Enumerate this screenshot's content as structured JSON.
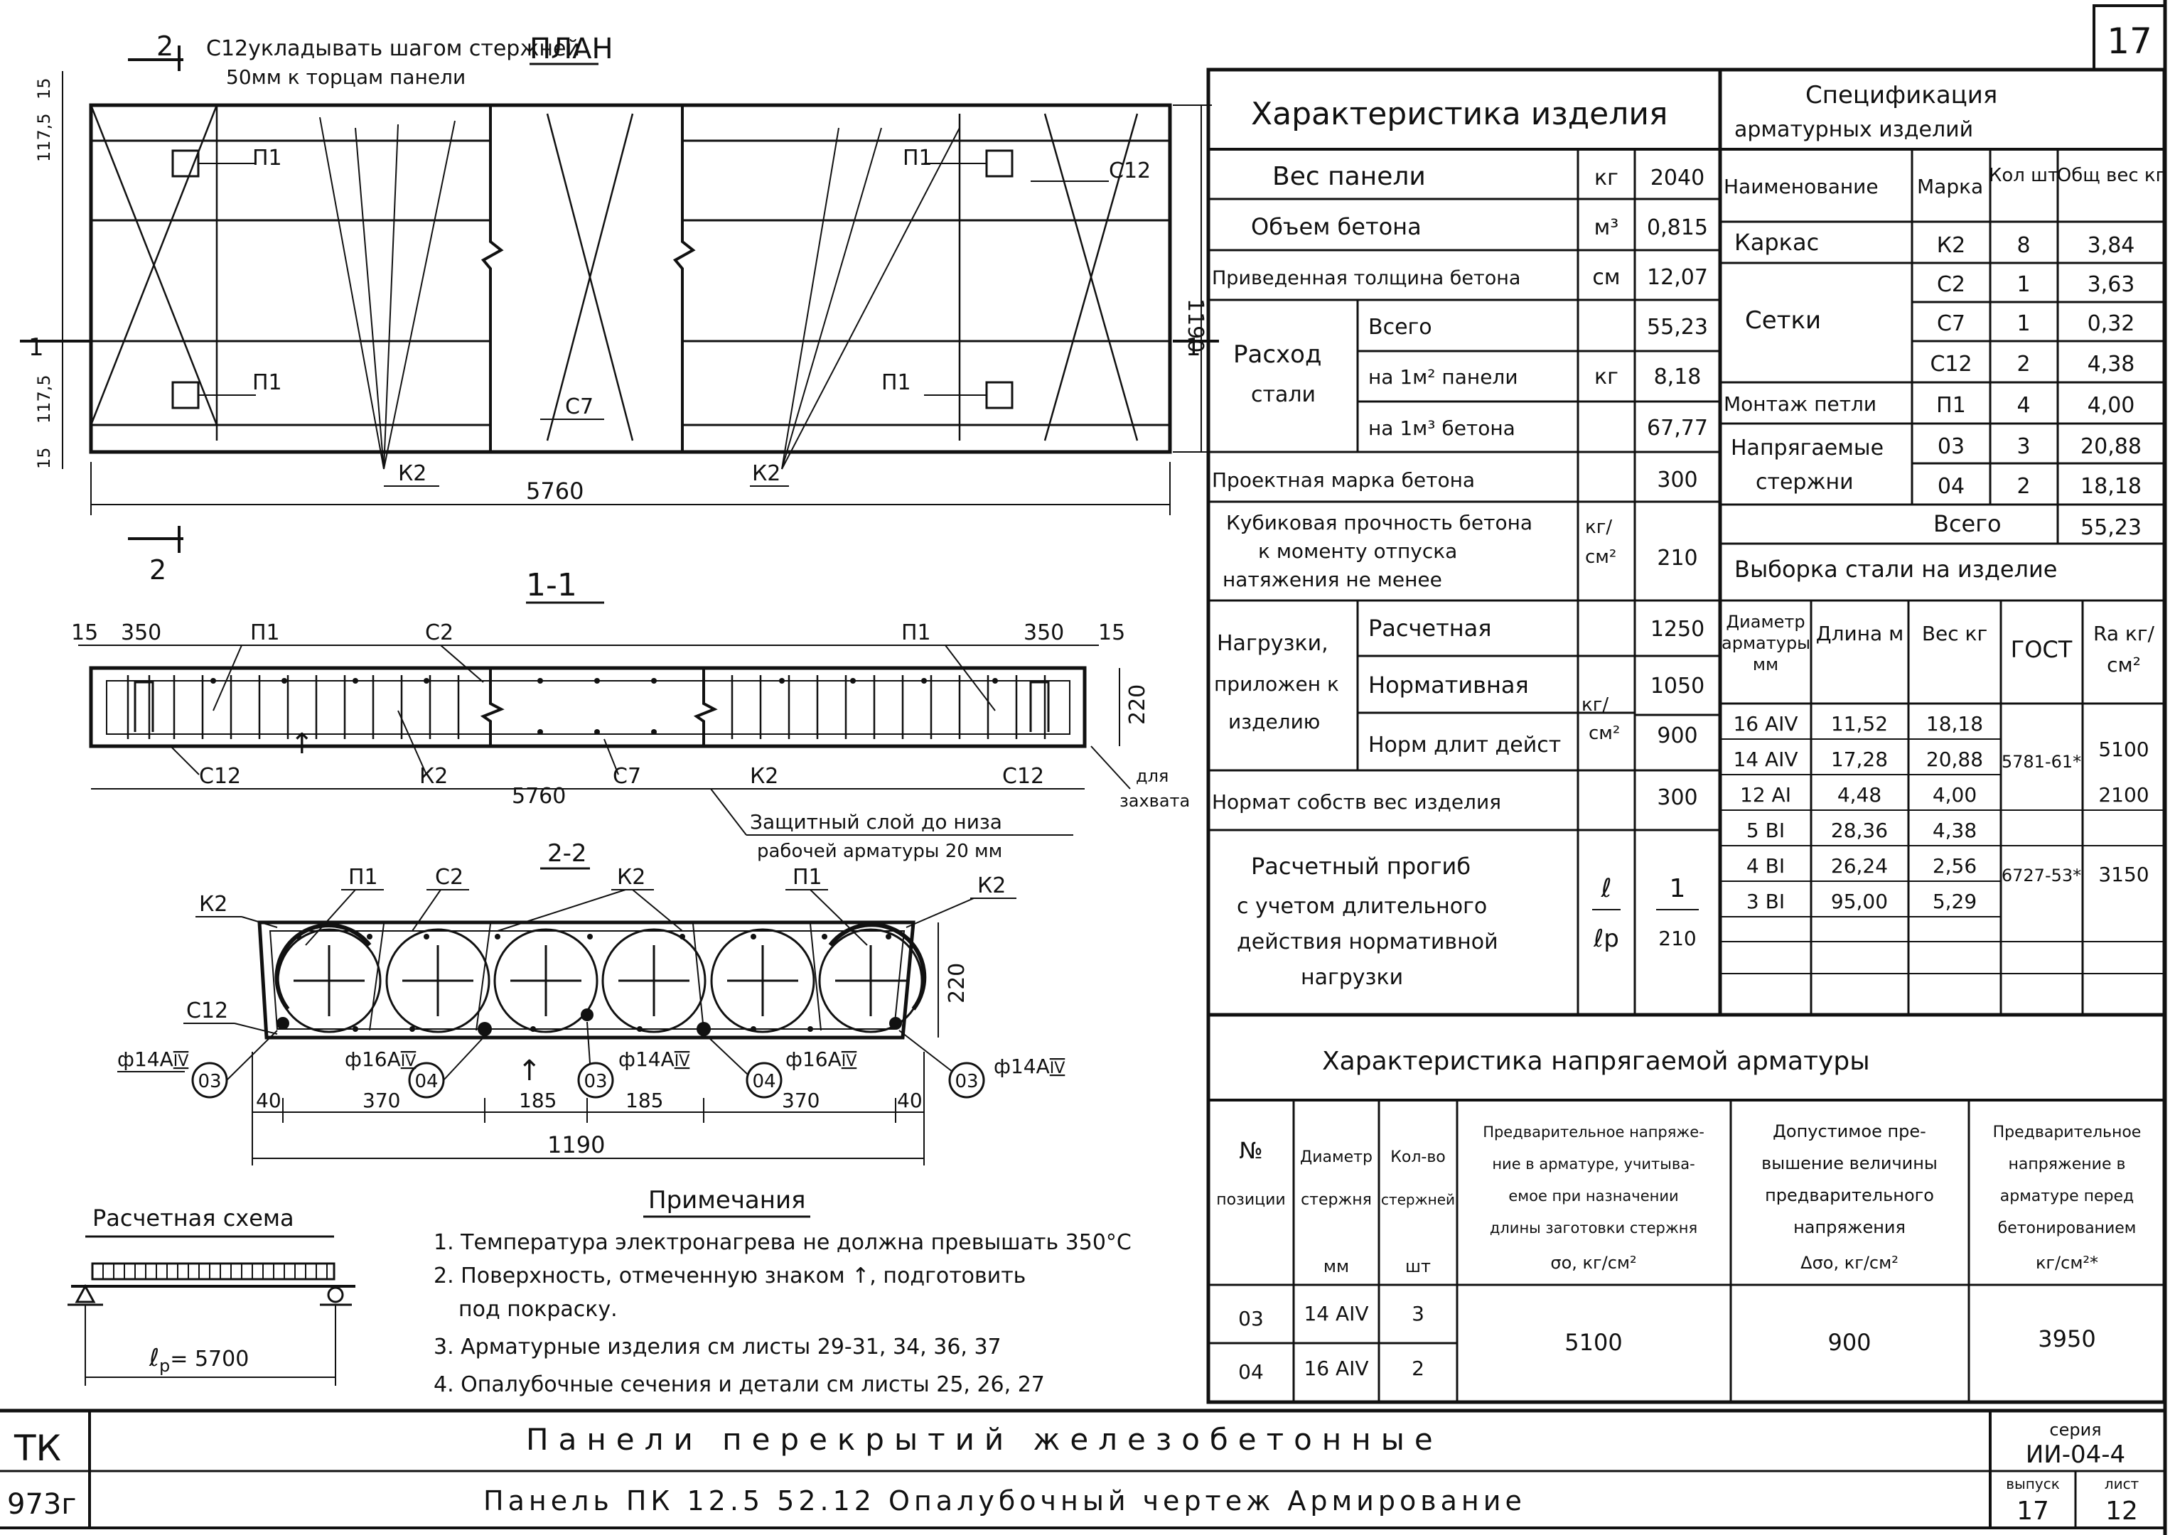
{
  "sheet_number": "17",
  "plan": {
    "title": "ПЛАН",
    "note_line1": "С12укладывать шагом стержней",
    "note_line2": "50мм к торцам панели",
    "section_mark": "2",
    "section_mark_1": "1",
    "dim_length": "5760",
    "dim_width": "1190",
    "dim_15a": "15",
    "dim_1175a": "117,5",
    "dim_1175b": "117,5",
    "dim_15b": "15",
    "label_p1": "П1",
    "label_c12": "С12",
    "label_c7": "С7",
    "label_k2": "К2"
  },
  "section11": {
    "title": "1-1",
    "d15": "15",
    "d350": "350",
    "p1": "П1",
    "c2": "С2",
    "d220": "220",
    "c12": "С12",
    "k2": "К2",
    "length": "5760",
    "c7": "С7",
    "for_grip_1": "для",
    "for_grip_2": "захвата",
    "note1": "Защитный слой до низа",
    "note2": "рабочей арматуры 20 мм"
  },
  "section22": {
    "title": "2-2",
    "p1": "П1",
    "c2": "С2",
    "k2": "К2",
    "c12": "С12",
    "d220": "220",
    "bar14": "ф14А",
    "bar14_cls": "IV",
    "bar16": "ф16А",
    "bar16_cls": "IV",
    "pos03": "03",
    "pos04": "04",
    "d40": "40",
    "d370": "370",
    "d185": "185",
    "d1190": "1190"
  },
  "scheme": {
    "title": "Расчетная схема",
    "lp_label": "ℓ",
    "lp_sub": "р",
    "lp_value": "= 5700"
  },
  "notes": {
    "title": "Примечания",
    "items": [
      "1. Температура электронагрева не должна превышать 350°С",
      "2. Поверхность, отмеченную знаком ↑, подготовить",
      "под покраску.",
      "3. Арматурные изделия см листы 29-31, 34, 36, 37",
      "4. Опалубочные сечения и детали см листы 25, 26, 27"
    ]
  },
  "characteristics": {
    "title": "Характеристика изделия",
    "rows": {
      "weight": {
        "label": "Вес панели",
        "unit": "кг",
        "value": "2040"
      },
      "volume": {
        "label": "Объем бетона",
        "unit": "м³",
        "value": "0,815"
      },
      "thickness": {
        "label": "Приведенная толщина бетона",
        "unit": "см",
        "value": "12,07"
      },
      "steel_label_1": "Расход",
      "steel_label_2": "стали",
      "steel_unit": "кг",
      "steel_total": {
        "label": "Всего",
        "value": "55,23"
      },
      "steel_m2": {
        "label": "на 1м² панели",
        "value": "8,18"
      },
      "steel_m3": {
        "label": "на 1м³ бетона",
        "value": "67,77"
      },
      "grade": {
        "label": "Проектная марка бетона",
        "value": "300"
      },
      "strength_lines": [
        "Кубиковая прочность бетона",
        "к моменту отпуска",
        "натяжения не менее"
      ],
      "strength_value": "210",
      "kgcm2_a": "кг/",
      "kgcm2_b": "см²",
      "loads_label": [
        "Нагрузки,",
        "приложен к",
        "изделию"
      ],
      "load_calc": {
        "label": "Расчетная",
        "value": "1250"
      },
      "load_norm": {
        "label": "Нормативная",
        "value": "1050"
      },
      "load_long": {
        "label": "Норм длит дейст",
        "value": "900"
      },
      "self_weight": {
        "label": "Нормат собств вес изделия",
        "value": "300"
      },
      "deflection_lines": [
        "Расчетный прогиб",
        "с учетом длительного",
        "действия нормативной",
        "нагрузки"
      ],
      "deflection_unit_top": "ℓ",
      "deflection_unit_bot": "ℓр",
      "deflection_num": "1",
      "deflection_den": "210"
    }
  },
  "spec": {
    "title_1": "Спецификация",
    "title_2": "арматурных изделий",
    "headers": [
      "Наименование",
      "Марка",
      "Кол шт",
      "Общ вес кг"
    ],
    "rows": [
      {
        "name": "Каркас",
        "mark": "К2",
        "qty": "8",
        "weight": "3,84"
      },
      {
        "name": "",
        "mark": "С2",
        "qty": "1",
        "weight": "3,63"
      },
      {
        "name": "Сетки",
        "mark": "С7",
        "qty": "1",
        "weight": "0,32"
      },
      {
        "name": "",
        "mark": "С12",
        "qty": "2",
        "weight": "4,38"
      },
      {
        "name": "Монтаж петли",
        "mark": "П1",
        "qty": "4",
        "weight": "4,00"
      },
      {
        "name": "Напрягаемые",
        "mark": "03",
        "qty": "3",
        "weight": "20,88"
      },
      {
        "name": "стержни",
        "mark": "04",
        "qty": "2",
        "weight": "18,18"
      }
    ],
    "total_label": "Всего",
    "total_value": "55,23"
  },
  "selection": {
    "title": "Выборка стали на изделие",
    "headers": [
      "Диаметр арматуры мм",
      "Длина м",
      "Вес кг",
      "ГОСТ",
      "Ra кг/см²"
    ],
    "rows": [
      {
        "d": "16 АIV",
        "len": "11,52",
        "w": "18,18"
      },
      {
        "d": "14 АIV",
        "len": "17,28",
        "w": "20,88"
      },
      {
        "d": "12 АI",
        "len": "4,48",
        "w": "4,00"
      },
      {
        "d": "5 ВI",
        "len": "28,36",
        "w": "4,38"
      },
      {
        "d": "4 ВI",
        "len": "26,24",
        "w": "2,56"
      },
      {
        "d": "3 ВI",
        "len": "95,00",
        "w": "5,29"
      }
    ],
    "gost1": "5781-61*",
    "gost2": "6727-53*",
    "ra_5100": "5100",
    "ra_2100": "2100",
    "ra_3150": "3150"
  },
  "prestress": {
    "title": "Характеристика напрягаемой арматуры",
    "headers": {
      "pos": [
        "№",
        "позиции"
      ],
      "diam": [
        "Диаметр",
        "стержня",
        "мм"
      ],
      "qty": [
        "Кол-во",
        "стержней",
        "шт"
      ],
      "s0": [
        "Предварительное напряже-",
        "ние в арматуре, учитыва-",
        "емое при назначении",
        "длины заготовки стержня",
        "σо, кг/см²"
      ],
      "ds0": [
        "Допустимое пре-",
        "вышение величины",
        "предварительного",
        "напряжения",
        "Δσо, кг/см²"
      ],
      "s_pre": [
        "Предварительное",
        "напряжение в",
        "арматуре перед",
        "бетонированием",
        "кг/см²*"
      ]
    },
    "rows": [
      {
        "pos": "03",
        "diam": "14 АIV",
        "qty": "3"
      },
      {
        "pos": "04",
        "diam": "16 АIV",
        "qty": "2"
      }
    ],
    "s0": "5100",
    "ds0": "900",
    "s_pre": "3950"
  },
  "title_block": {
    "tk": "ТК",
    "code": "973г",
    "title1": "Панели перекрытий железобетонные",
    "title2": "Панель ПК 12.5 52.12 Опалубочный чертеж Армирование",
    "series_label": "серия",
    "series": "ИИ-04-4",
    "issue_label": "выпуск",
    "issue": "17",
    "sheet_label": "лист",
    "sheet": "12"
  }
}
